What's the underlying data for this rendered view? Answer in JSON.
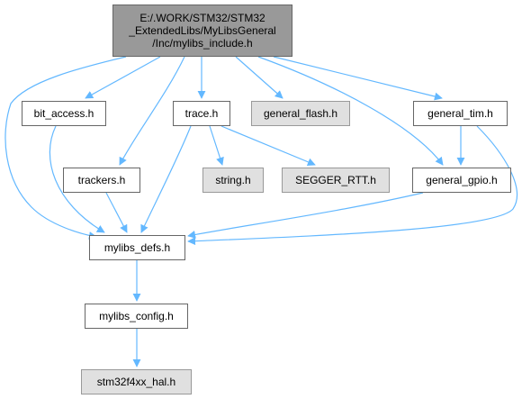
{
  "colors": {
    "edge": "#63b8ff",
    "border": "#666666",
    "external_fill": "#e0e0e0",
    "root_fill": "#999999"
  },
  "nodes": {
    "root": {
      "lines": [
        "E:/.WORK/STM32/STM32",
        "_ExtendedLibs/MyLibsGeneral",
        "/Inc/mylibs_include.h"
      ]
    },
    "bit_access": {
      "label": "bit_access.h"
    },
    "trace": {
      "label": "trace.h"
    },
    "general_flash": {
      "label": "general_flash.h"
    },
    "general_tim": {
      "label": "general_tim.h"
    },
    "trackers": {
      "label": "trackers.h"
    },
    "string": {
      "label": "string.h"
    },
    "segger_rtt": {
      "label": "SEGGER_RTT.h"
    },
    "general_gpio": {
      "label": "general_gpio.h"
    },
    "mylibs_defs": {
      "label": "mylibs_defs.h"
    },
    "mylibs_config": {
      "label": "mylibs_config.h"
    },
    "stm32_hal": {
      "label": "stm32f4xx_hal.h"
    }
  },
  "edges": [
    [
      "root",
      "bit_access"
    ],
    [
      "root",
      "trace"
    ],
    [
      "root",
      "general_flash"
    ],
    [
      "root",
      "general_tim"
    ],
    [
      "root",
      "trackers"
    ],
    [
      "root",
      "general_gpio"
    ],
    [
      "root",
      "mylibs_defs"
    ],
    [
      "bit_access",
      "mylibs_defs"
    ],
    [
      "trace",
      "string"
    ],
    [
      "trace",
      "segger_rtt"
    ],
    [
      "trace",
      "mylibs_defs"
    ],
    [
      "general_tim",
      "general_gpio"
    ],
    [
      "general_tim",
      "mylibs_defs"
    ],
    [
      "trackers",
      "mylibs_defs"
    ],
    [
      "general_gpio",
      "mylibs_defs"
    ],
    [
      "mylibs_defs",
      "mylibs_config"
    ],
    [
      "mylibs_config",
      "stm32_hal"
    ]
  ]
}
